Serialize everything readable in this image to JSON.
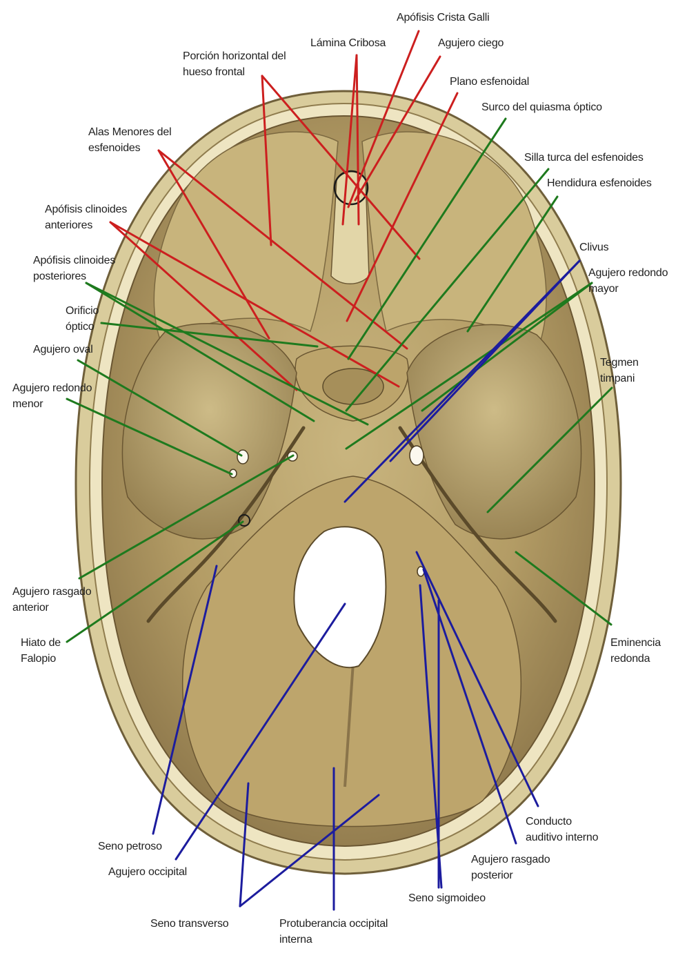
{
  "labels": {
    "crista_galli": "Apófisis Crista Galli",
    "lamina_cribosa": "Lámina Cribosa",
    "agujero_ciego": "Agujero ciego",
    "porcion_horizontal": "Porción horizontal del\nhueso frontal",
    "plano_esfenoidal": "Plano esfenoidal",
    "surco_quiasma": "Surco del quiasma óptico",
    "alas_menores": "Alas Menores del\nesfenoides",
    "silla_turca": "Silla turca del esfenoides",
    "hendidura": "Hendidura esfenoides",
    "clinoides_anteriores": "Apófisis clinoides\nanteriores",
    "clivus": "Clivus",
    "clinoides_posteriores": "Apófisis clinoides\nposteriores",
    "redondo_mayor": "Agujero redondo\nmayor",
    "orificio_optico": "Orificio\nóptico",
    "agujero_oval": "Agujero oval",
    "tegmen": "Tegmen\ntimpani",
    "redondo_menor": "Agujero redondo\nmenor",
    "rasgado_anterior": "Agujero rasgado\nanterior",
    "hiato_falopio": "Hiato de\nFalopio",
    "eminencia_redonda": "Eminencia\nredonda",
    "conducto_auditivo": "Conducto\nauditivo interno",
    "seno_petroso": "Seno petroso",
    "agujero_occipital": "Agujero occipital",
    "rasgado_posterior": "Agujero rasgado\nposterior",
    "seno_sigmoideo": "Seno sigmoideo",
    "seno_transverso": "Seno transverso",
    "protuberancia": "Protuberancia occipital\ninterna"
  },
  "colors": {
    "anterior_fossa_lines": "#cc1f1f",
    "middle_fossa_lines": "#1e7a1e",
    "posterior_fossa_lines": "#1c1c9e",
    "bone": "#b59e66",
    "bone_rim": "#e7dcb0"
  }
}
